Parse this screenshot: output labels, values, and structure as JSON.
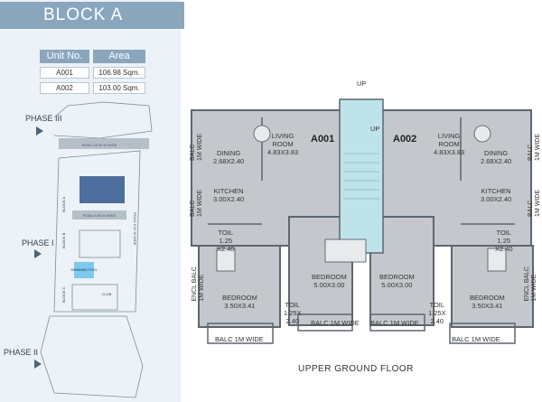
{
  "block_title": "BLOCK A",
  "units_table": {
    "headers": [
      "Unit No.",
      "Area"
    ],
    "rows": [
      {
        "unit": "A001",
        "area": "106.98 Sqm."
      },
      {
        "unit": "A002",
        "area": "103.00 Sqm."
      }
    ]
  },
  "site": {
    "phases": [
      "PHASE III",
      "PHASE I",
      "PHASE II"
    ],
    "road_top": "ROAD 15.00 M WIDE",
    "road_mid": "ROAD 6.00 M WIDE",
    "road_side": "ROAD 6.00 M WIDE",
    "block_labels": [
      "BLOCK A",
      "BLOCK B",
      "BLOCK C"
    ],
    "pool_label": "SWIMMING POOL",
    "club_label": "CLUB"
  },
  "plan": {
    "floor_title": "UPPER GROUND FLOOR",
    "up_top": "UP",
    "up_stair": "UP",
    "unit_left": "A001",
    "unit_right": "A002",
    "rooms_left": {
      "living": "LIVING\nROOM\n4.83X3.83",
      "dining": "DINING\n2.68X2.40",
      "kitchen": "KITCHEN\n3.00X2.40",
      "toil1": "TOIL\n1.25\nX2.40",
      "bed1": "BEDROOM\n3.50X3.41",
      "toil2": "TOIL\n1.25X\n2.40",
      "bed2": "BEDROOM\n5.00X3.00",
      "balc_bottom1": "BALC 1M WIDE",
      "balc_bottom2": "BALC 1M WIDE",
      "balc_side1": "BALC\n1M WIDE",
      "balc_side2": "BALC\n1M WIDE",
      "encl_balc": "ENCL BALC\n1M WIDE"
    },
    "rooms_right": {
      "living": "LIVING\nROOM\n4.83X3.83",
      "dining": "DINING\n2.68X2.40",
      "kitchen": "KITCHEN\n3.00X2.40",
      "toil1": "TOIL\n1.25\nX2.40",
      "bed1": "BEDROOM\n3.50X3.41",
      "toil2": "TOIL\n1.25X\n2.40",
      "bed2": "BEDROOM\n5.00X3.00",
      "balc_bottom1": "BALC 1M WIDE",
      "balc_bottom2": "BALC 1M WIDE",
      "balc_side1": "BALC\n1M WIDE",
      "balc_side2": "BALC\n1M WIDE",
      "encl_balc": "ENCL BALC\n1M WIDE"
    }
  },
  "colors": {
    "accent": "#8aa6bd",
    "panel": "#ecf2f7",
    "wall": "#5d6670",
    "room_fill": "#c4c8cc",
    "stair": "#bfe3ea",
    "highlight": "#4b6fa3"
  }
}
